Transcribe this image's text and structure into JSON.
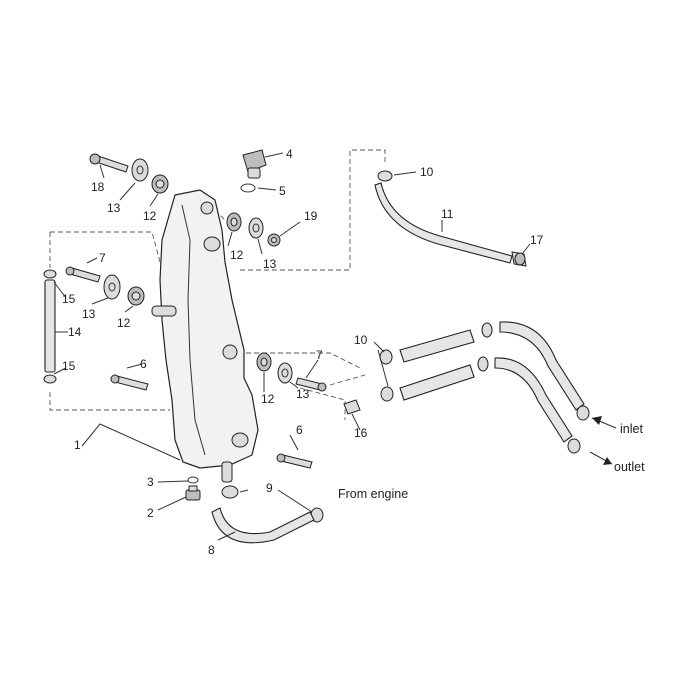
{
  "labels": {
    "inlet": "inlet",
    "outlet": "outlet",
    "from_engine": "From engine"
  },
  "part_numbers": {
    "p1": "1",
    "p2": "2",
    "p3": "3",
    "p4": "4",
    "p5": "5",
    "p6a": "6",
    "p6b": "6",
    "p7a": "7",
    "p7b": "7",
    "p8": "8",
    "p9": "9",
    "p10a": "10",
    "p10b": "10",
    "p11": "11",
    "p12a": "12",
    "p12b": "12",
    "p12c": "12",
    "p12d": "12",
    "p13a": "13",
    "p13b": "13",
    "p13c": "13",
    "p13d": "13",
    "p14": "14",
    "p15a": "15",
    "p15b": "15",
    "p16": "16",
    "p17": "17",
    "p18": "18",
    "p19": "19"
  }
}
